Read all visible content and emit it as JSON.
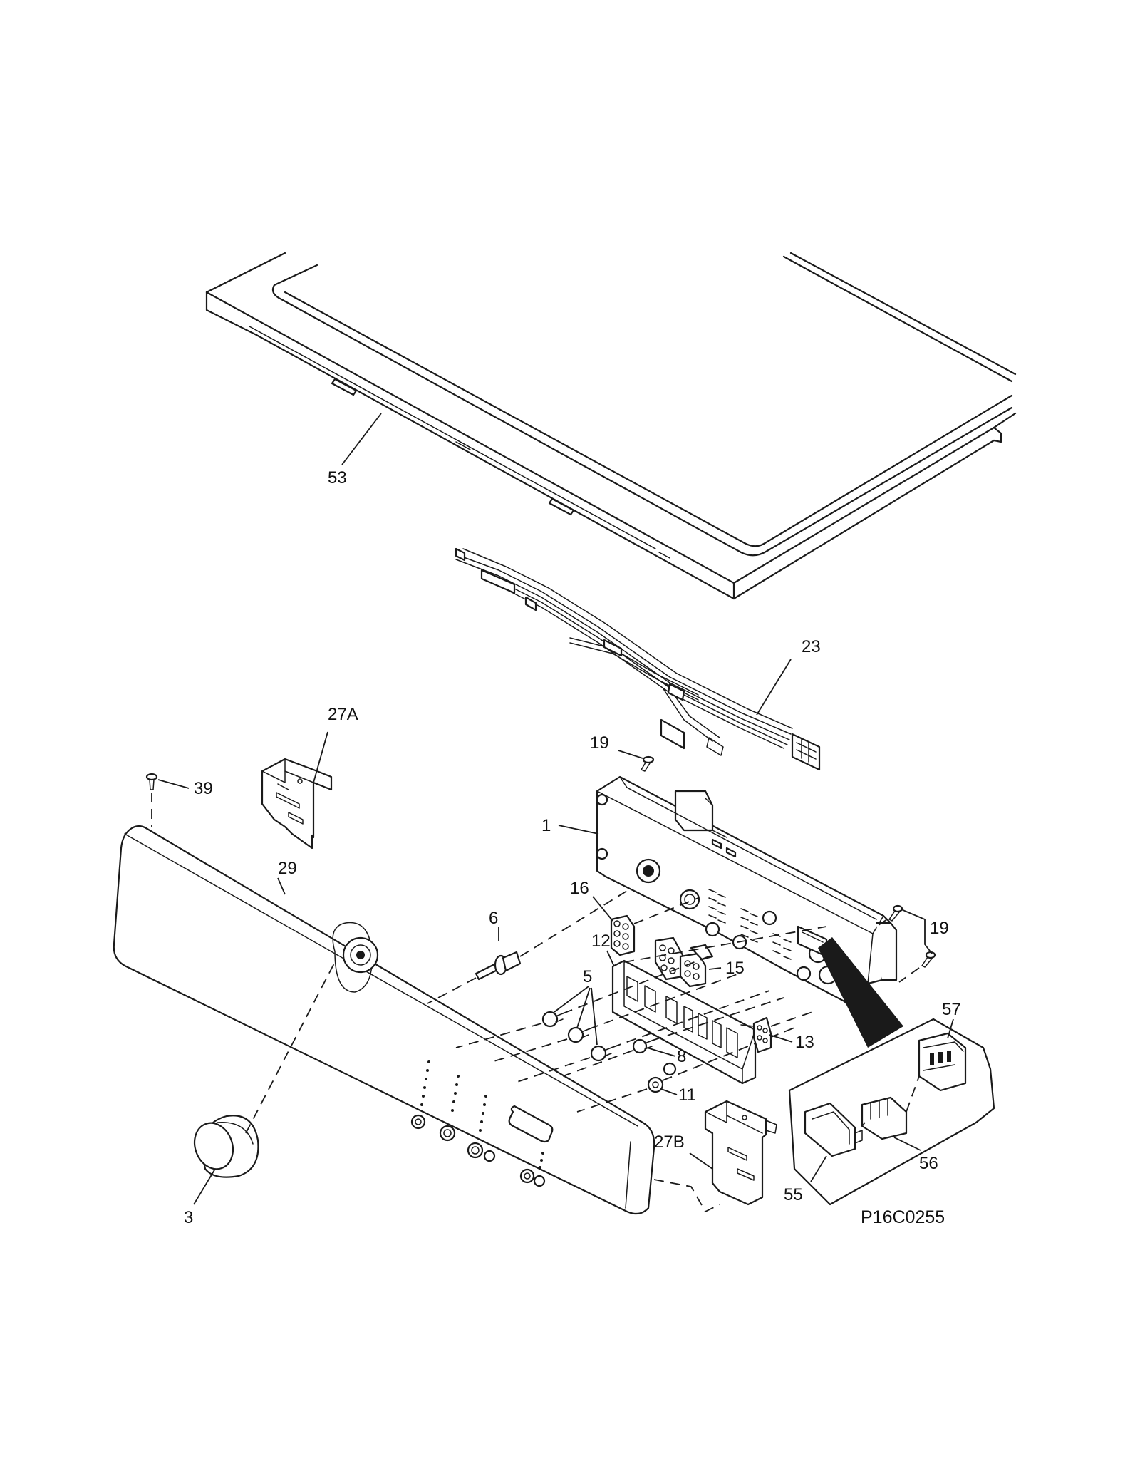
{
  "diagram_code": "P16C0255",
  "callouts": {
    "p53": "53",
    "p23": "23",
    "p27a": "27A",
    "p19a": "19",
    "p39": "39",
    "p1": "1",
    "p29": "29",
    "p16": "16",
    "p6": "6",
    "p12": "12",
    "p15": "15",
    "p19b": "19",
    "p5": "5",
    "p8": "8",
    "p11": "11",
    "p13": "13",
    "p57": "57",
    "p56": "56",
    "p55": "55",
    "p27b": "27B",
    "p3": "3"
  }
}
